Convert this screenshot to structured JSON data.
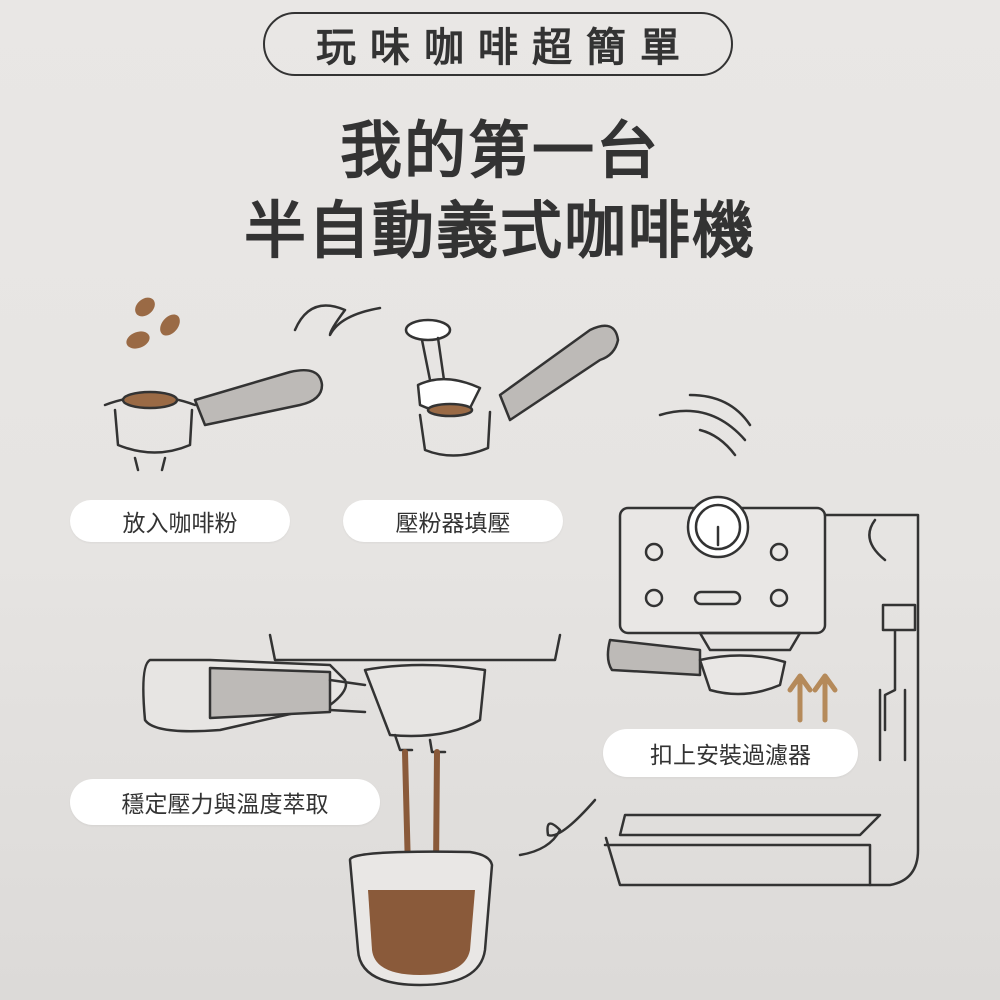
{
  "header": {
    "tagline": "玩味咖啡超簡單",
    "title_line1": "我的第一台",
    "title_line2": "半自動義式咖啡機"
  },
  "steps": [
    {
      "label": "放入咖啡粉"
    },
    {
      "label": "壓粉器填壓"
    },
    {
      "label": "扣上安裝過濾器"
    },
    {
      "label": "穩定壓力與溫度萃取"
    }
  ],
  "colors": {
    "ink": "#333333",
    "coffee": "#8a5a3a",
    "handle": "#a8a5a2",
    "background": "#e7e5e3",
    "arrow": "#b58a5a"
  }
}
